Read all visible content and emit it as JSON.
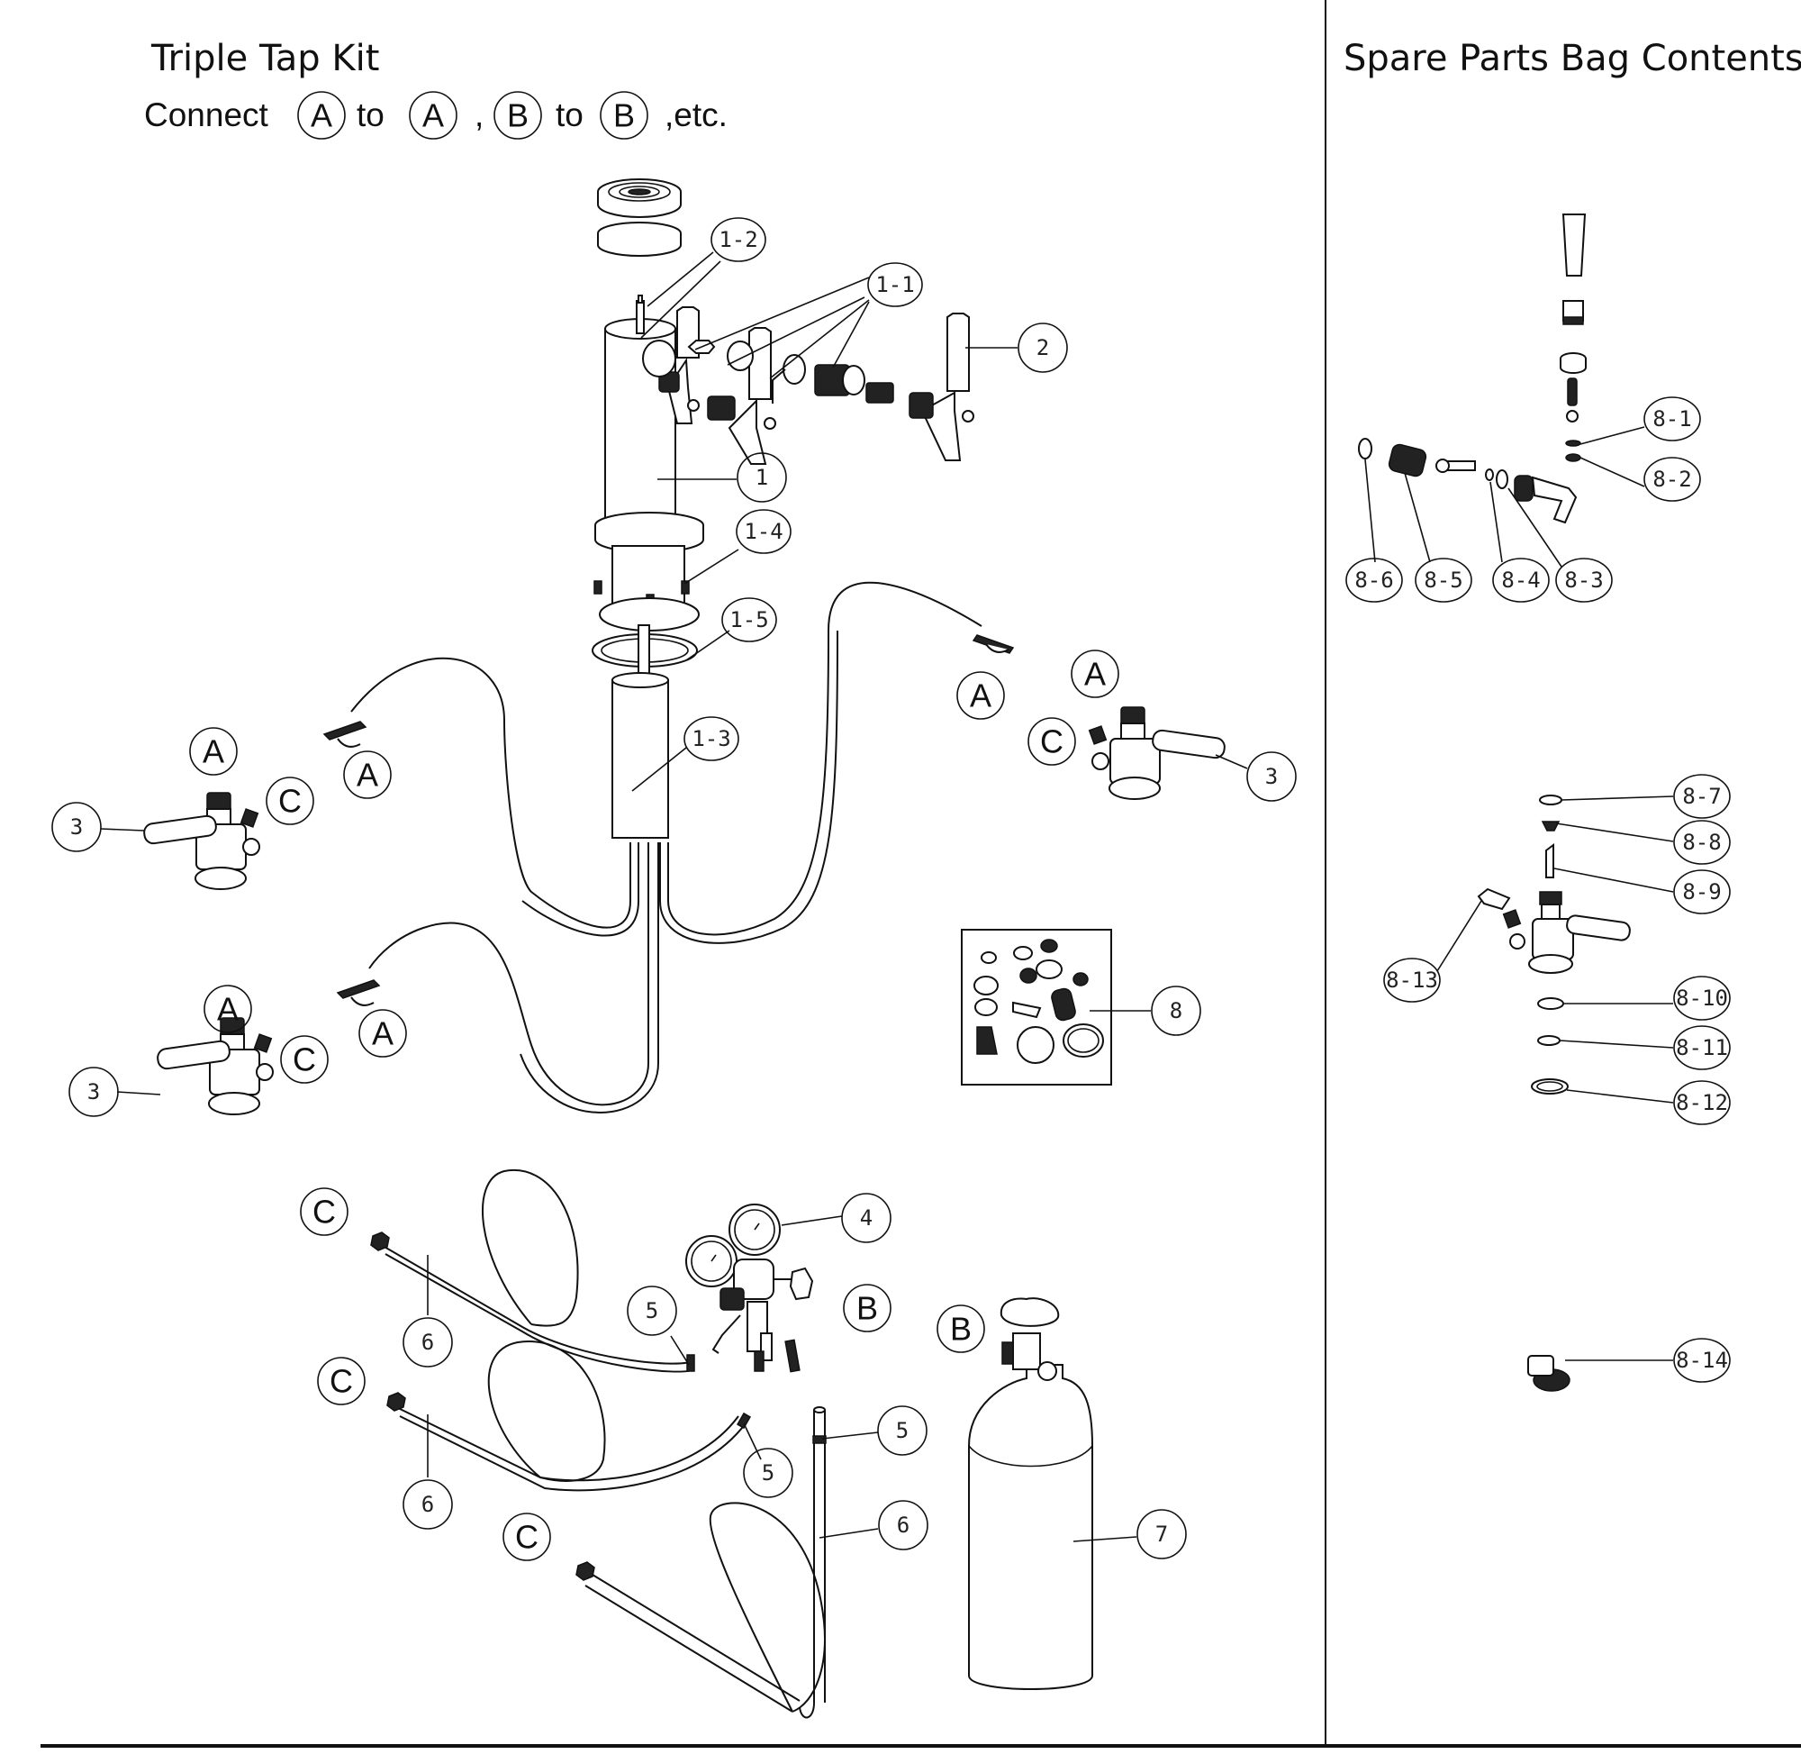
{
  "header": {
    "title": "Triple Tap Kit",
    "instruction": {
      "prefix": "Connect",
      "first_from": "A",
      "to_1": "to",
      "first_to": "A",
      "sep": ",",
      "second_from": "B",
      "to_2": "to",
      "second_to": "B",
      "suffix": ",etc."
    }
  },
  "sidebar": {
    "title": "Spare Parts Bag Contents"
  },
  "main_callouts": {
    "tower_1": "1",
    "tower_1_1": "1-1",
    "tower_1_2": "1-2",
    "tower_1_3": "1-3",
    "tower_1_4": "1-4",
    "tower_1_5": "1-5",
    "faucet_2": "2",
    "coupler_3_left_top": "3",
    "coupler_3_left_bottom": "3",
    "coupler_3_right": "3",
    "regulator_4": "4",
    "clamp_5_a": "5",
    "clamp_5_b": "5",
    "clamp_5_c": "5",
    "hose_6_a": "6",
    "hose_6_b": "6",
    "hose_6_c": "6",
    "cylinder_7": "7",
    "spare_bag_8": "8"
  },
  "connectors": {
    "coupler_left_top_A": "A",
    "coupler_left_top_C": "C",
    "hose_left_top_A": "A",
    "coupler_left_bottom_A": "A",
    "coupler_left_bottom_C": "C",
    "hose_left_bottom_A": "A",
    "hose_right_A": "A",
    "coupler_right_A": "A",
    "coupler_right_C": "C",
    "gas_hose_1_C": "C",
    "gas_hose_2_C": "C",
    "gas_hose_3_C": "C",
    "regulator_B": "B",
    "cylinder_B": "B"
  },
  "spare_callouts": {
    "p8_1": "8-1",
    "p8_2": "8-2",
    "p8_3": "8-3",
    "p8_4": "8-4",
    "p8_5": "8-5",
    "p8_6": "8-6",
    "p8_7": "8-7",
    "p8_8": "8-8",
    "p8_9": "8-9",
    "p8_10": "8-10",
    "p8_11": "8-11",
    "p8_12": "8-12",
    "p8_13": "8-13",
    "p8_14": "8-14"
  }
}
